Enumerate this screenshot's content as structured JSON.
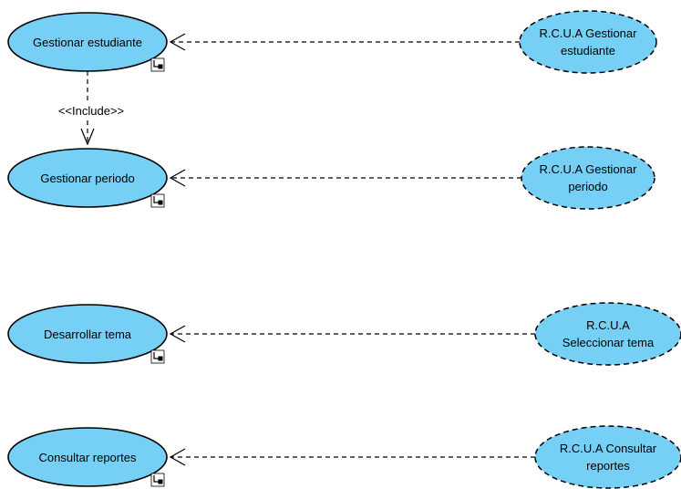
{
  "use_cases": [
    {
      "id": "gestionar-estudiante",
      "lines": [
        "Gestionar estudiante"
      ]
    },
    {
      "id": "gestionar-periodo",
      "lines": [
        "Gestionar periodo"
      ]
    },
    {
      "id": "desarrollar-tema",
      "lines": [
        "Desarrollar tema"
      ]
    },
    {
      "id": "consultar-reportes",
      "lines": [
        "Consultar reportes"
      ]
    }
  ],
  "realizations": [
    {
      "id": "rcua-gestionar-estudiante",
      "lines": [
        "R.C.U.A Gestionar",
        "estudiante"
      ]
    },
    {
      "id": "rcua-gestionar-periodo",
      "lines": [
        "R.C.U.A Gestionar",
        "periodo"
      ]
    },
    {
      "id": "rcua-seleccionar-tema",
      "lines": [
        "R.C.U.A",
        "Seleccionar tema"
      ]
    },
    {
      "id": "rcua-consultar-reportes",
      "lines": [
        "R.C.U.A Consultar",
        "reportes"
      ]
    }
  ],
  "include_relation": {
    "label": "<<Include>>"
  },
  "colors": {
    "use_case_fill": "#76cff5",
    "stroke": "#000000",
    "background": "#ffffff"
  },
  "icons": {
    "subdiagram": "subdiagram-link-icon"
  }
}
